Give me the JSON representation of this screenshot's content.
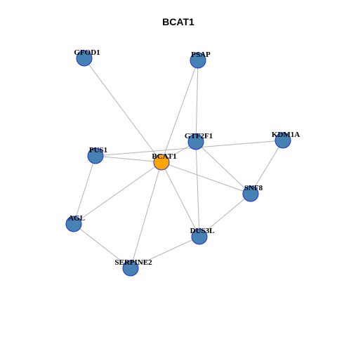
{
  "title": "BCAT1",
  "colors": {
    "background": "#ffffff",
    "edge": "#b3b3b3",
    "node_fill": "#4682b4",
    "node_border": "#1f2fd0",
    "hub_fill": "#ffa500",
    "hub_border": "#8a5a00"
  },
  "hub": "BCAT1",
  "nodes": [
    {
      "id": "BCAT1"
    },
    {
      "id": "GFOD1"
    },
    {
      "id": "PSAP"
    },
    {
      "id": "GTF2F1"
    },
    {
      "id": "KDM1A"
    },
    {
      "id": "PUS1"
    },
    {
      "id": "SNF8"
    },
    {
      "id": "AGL"
    },
    {
      "id": "DUS3L"
    },
    {
      "id": "SERPINE2"
    }
  ],
  "edges": [
    [
      "BCAT1",
      "GFOD1"
    ],
    [
      "BCAT1",
      "PSAP"
    ],
    [
      "BCAT1",
      "GTF2F1"
    ],
    [
      "BCAT1",
      "PUS1"
    ],
    [
      "BCAT1",
      "SNF8"
    ],
    [
      "BCAT1",
      "AGL"
    ],
    [
      "BCAT1",
      "DUS3L"
    ],
    [
      "BCAT1",
      "SERPINE2"
    ],
    [
      "PSAP",
      "GTF2F1"
    ],
    [
      "PUS1",
      "KDM1A"
    ],
    [
      "GTF2F1",
      "SNF8"
    ],
    [
      "GTF2F1",
      "DUS3L"
    ],
    [
      "KDM1A",
      "SNF8"
    ],
    [
      "SNF8",
      "DUS3L"
    ],
    [
      "PUS1",
      "AGL"
    ],
    [
      "AGL",
      "SERPINE2"
    ],
    [
      "SERPINE2",
      "DUS3L"
    ]
  ]
}
